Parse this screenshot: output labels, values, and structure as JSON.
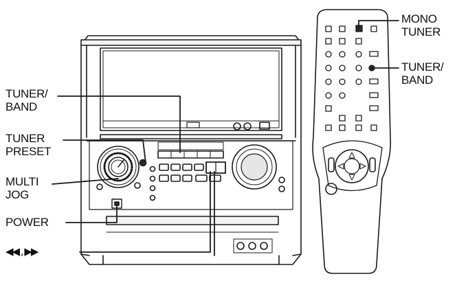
{
  "labels": {
    "tuner_band_left": {
      "line1": "TUNER/",
      "line2": "BAND"
    },
    "tuner_preset": {
      "line1": "TUNER",
      "line2": "PRESET"
    },
    "multi_jog": {
      "line1": "MULTI",
      "line2": "JOG"
    },
    "power": "POWER",
    "skip_buttons": "◀◀ , ▶▶",
    "mono_tuner": {
      "line1": "MONO",
      "line2": "TUNER"
    },
    "tuner_band_right": {
      "line1": "TUNER/",
      "line2": "BAND"
    }
  },
  "colors": {
    "ink": "#1a1a1a",
    "fill_light": "#f3f3f3",
    "fill_dark": "#2a2a2a"
  }
}
